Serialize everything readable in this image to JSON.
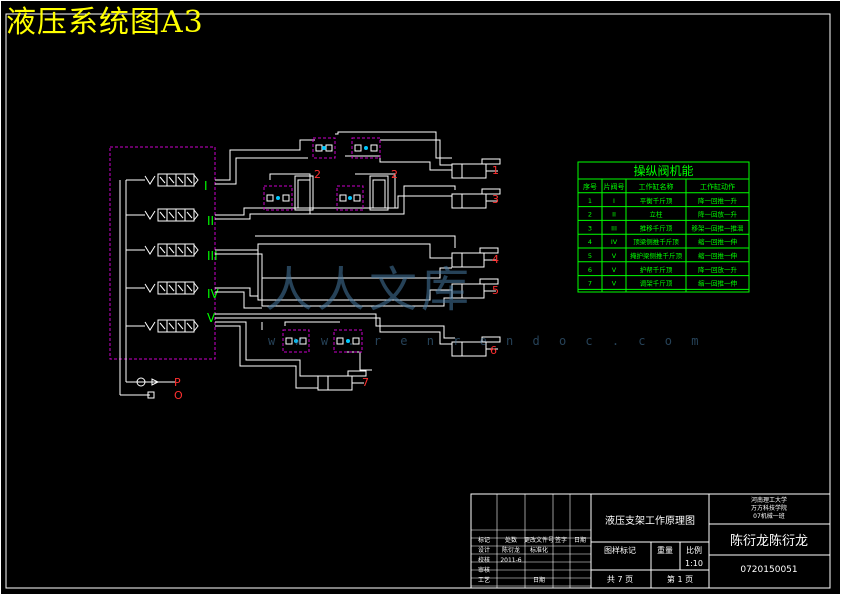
{
  "drawing_title": "液压系统图A3",
  "watermark": {
    "brand": "人人文库",
    "url": "w w w . r e n r e n d o c . c o m"
  },
  "roman_labels": [
    "I",
    "II",
    "III",
    "IV",
    "V"
  ],
  "actuator_labels": [
    "1",
    "2",
    "3",
    "4",
    "5",
    "6",
    "7"
  ],
  "supply_labels": {
    "pressure": "P",
    "return": "O"
  },
  "table": {
    "title": "操纵阀机能",
    "headers": [
      "序号",
      "片阀号",
      "工作缸名称",
      "工作缸动作"
    ],
    "rows": [
      [
        "1",
        "I",
        "平衡千斤顶",
        "降一回推一升"
      ],
      [
        "2",
        "II",
        "立柱",
        "降一回放一升"
      ],
      [
        "3",
        "III",
        "推移千斤顶",
        "移架一回推一推溜"
      ],
      [
        "4",
        "IV",
        "顶梁侧推千斤顶",
        "缩一回推一伸"
      ],
      [
        "5",
        "V",
        "掩护梁侧推千斤顶",
        "缩一回推一伸"
      ],
      [
        "6",
        "V",
        "护帮千斤顶",
        "降一回放一升"
      ],
      [
        "7",
        "V",
        "调架千斤顶",
        "缩一回推一伸"
      ]
    ]
  },
  "title_block": {
    "drawing_name": "液压支架工作原理图",
    "school": [
      "河南理工大学",
      "万方科技学院",
      "07机械一班"
    ],
    "designer": "陈衍龙陈衍龙",
    "code": "0720150051",
    "stage_label": "图样标记",
    "weight_label": "重量",
    "scale_label": "比例",
    "scale": "1:10",
    "total_sheets": "共 7 页",
    "sheet": "第 1 页",
    "left_rows": [
      [
        "标记",
        "处数",
        "更改文件号",
        "签字",
        "日期"
      ],
      [
        "设计",
        "陈衍龙",
        "标准化",
        "",
        ""
      ],
      [
        "校核",
        "",
        "",
        "",
        ""
      ],
      [
        "审核",
        "",
        "",
        "",
        ""
      ],
      [
        "工艺",
        "",
        "日期",
        "",
        ""
      ]
    ],
    "date": "2011-6"
  },
  "colors": {
    "background": "#000000",
    "line": "#ffffff",
    "title": "#ffff00",
    "roman": "#00ff00",
    "table_border": "#00ff00",
    "number": "#ff3030",
    "magenta": "#cc00cc",
    "cyan": "#00c8ff"
  }
}
